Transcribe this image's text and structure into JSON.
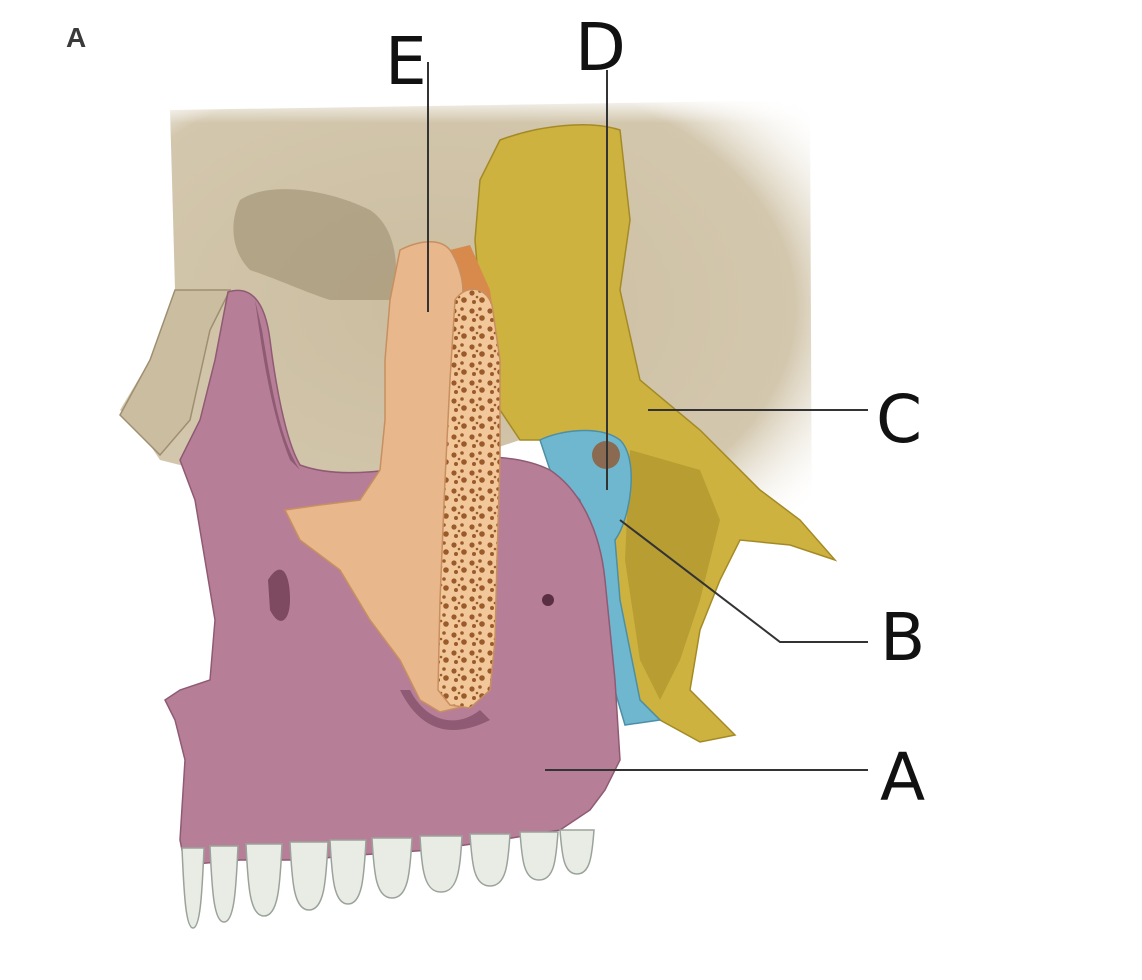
{
  "figure": {
    "panel_label": "A"
  },
  "labels": [
    {
      "id": "A",
      "text": "A"
    },
    {
      "id": "B",
      "text": "B"
    },
    {
      "id": "C",
      "text": "C"
    },
    {
      "id": "D",
      "text": "D"
    },
    {
      "id": "E",
      "text": "E"
    }
  ],
  "colors": {
    "maxilla": "#b67f97",
    "maxilla_shade": "#8f5a73",
    "zygomatic": "#e9b78c",
    "spongy_bone": "#f2c79a",
    "sphenoid": "#cdb23f",
    "sphenoid_shade": "#a48a26",
    "palatine": "#6fb7cf",
    "lacrimal": "#d88a4d",
    "skull": "#cbbd9f",
    "skull_shade": "#9f8f72",
    "teeth": "#e9ece4",
    "leader_line": "#333333"
  }
}
